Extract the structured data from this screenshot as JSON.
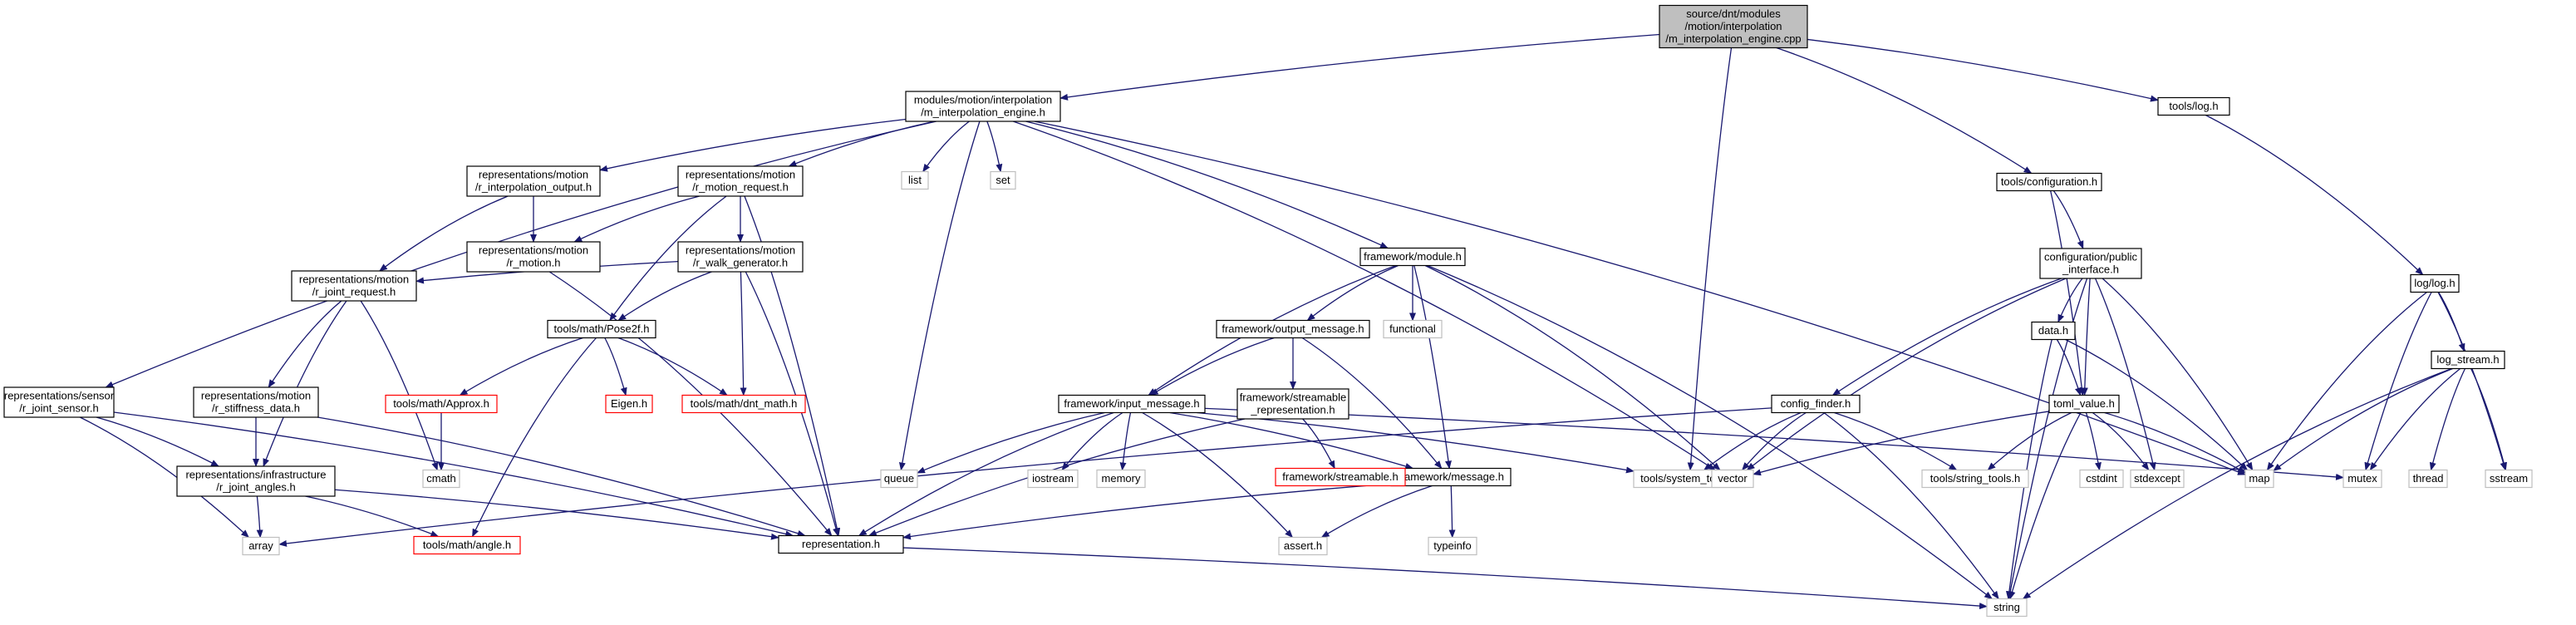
{
  "colors": {
    "edge": "#191970",
    "root_fill": "#bfbfbf",
    "doc_border": "#000000",
    "system_border": "#bfbfbf",
    "missing_border": "#ff0000",
    "node_fill": "#ffffff"
  },
  "nodes": [
    {
      "id": "root",
      "lines": [
        "source/dnt/modules",
        "/motion/interpolation",
        "/m_interpolation_engine.cpp"
      ],
      "kind": "root"
    },
    {
      "id": "engine_h",
      "lines": [
        "modules/motion/interpolation",
        "/m_interpolation_engine.h"
      ],
      "kind": "doc"
    },
    {
      "id": "tools_log",
      "lines": [
        "tools/log.h"
      ],
      "kind": "doc"
    },
    {
      "id": "tools_config",
      "lines": [
        "tools/configuration.h"
      ],
      "kind": "doc"
    },
    {
      "id": "log_log",
      "lines": [
        "log/log.h"
      ],
      "kind": "doc"
    },
    {
      "id": "log_stream",
      "lines": [
        "log_stream.h"
      ],
      "kind": "doc"
    },
    {
      "id": "config_public",
      "lines": [
        "configuration/public",
        "_interface.h"
      ],
      "kind": "doc"
    },
    {
      "id": "data_h",
      "lines": [
        "data.h"
      ],
      "kind": "doc"
    },
    {
      "id": "toml_value",
      "lines": [
        "toml_value.h"
      ],
      "kind": "doc"
    },
    {
      "id": "config_finder",
      "lines": [
        "config_finder.h"
      ],
      "kind": "doc"
    },
    {
      "id": "r_interp_out",
      "lines": [
        "representations/motion",
        "/r_interpolation_output.h"
      ],
      "kind": "doc"
    },
    {
      "id": "r_motion_req",
      "lines": [
        "representations/motion",
        "/r_motion_request.h"
      ],
      "kind": "doc"
    },
    {
      "id": "r_motion",
      "lines": [
        "representations/motion",
        "/r_motion.h"
      ],
      "kind": "doc"
    },
    {
      "id": "r_walk_gen",
      "lines": [
        "representations/motion",
        "/r_walk_generator.h"
      ],
      "kind": "doc"
    },
    {
      "id": "r_joint_req",
      "lines": [
        "representations/motion",
        "/r_joint_request.h"
      ],
      "kind": "doc"
    },
    {
      "id": "r_stiffness",
      "lines": [
        "representations/motion",
        "/r_stiffness_data.h"
      ],
      "kind": "doc"
    },
    {
      "id": "r_joint_sensor",
      "lines": [
        "representations/sensor",
        "/r_joint_sensor.h"
      ],
      "kind": "doc"
    },
    {
      "id": "r_joint_angles",
      "lines": [
        "representations/infrastructure",
        "/r_joint_angles.h"
      ],
      "kind": "doc"
    },
    {
      "id": "pose2f",
      "lines": [
        "tools/math/Pose2f.h"
      ],
      "kind": "doc"
    },
    {
      "id": "fw_module",
      "lines": [
        "framework/module.h"
      ],
      "kind": "doc"
    },
    {
      "id": "fw_output_msg",
      "lines": [
        "framework/output_message.h"
      ],
      "kind": "doc"
    },
    {
      "id": "fw_input_msg",
      "lines": [
        "framework/input_message.h"
      ],
      "kind": "doc"
    },
    {
      "id": "fw_streamable_rep",
      "lines": [
        "framework/streamable",
        "_representation.h"
      ],
      "kind": "doc"
    },
    {
      "id": "fw_message",
      "lines": [
        "framework/message.h"
      ],
      "kind": "doc"
    },
    {
      "id": "representation",
      "lines": [
        "representation.h"
      ],
      "kind": "doc"
    },
    {
      "id": "approx",
      "lines": [
        "tools/math/Approx.h"
      ],
      "kind": "missing"
    },
    {
      "id": "eigen",
      "lines": [
        "Eigen.h"
      ],
      "kind": "missing"
    },
    {
      "id": "dnt_math",
      "lines": [
        "tools/math/dnt_math.h"
      ],
      "kind": "missing"
    },
    {
      "id": "fw_streamable",
      "lines": [
        "framework/streamable.h"
      ],
      "kind": "missing"
    },
    {
      "id": "angle",
      "lines": [
        "tools/math/angle.h"
      ],
      "kind": "missing"
    },
    {
      "id": "list",
      "lines": [
        "list"
      ],
      "kind": "system"
    },
    {
      "id": "set",
      "lines": [
        "set"
      ],
      "kind": "system"
    },
    {
      "id": "functional",
      "lines": [
        "functional"
      ],
      "kind": "system"
    },
    {
      "id": "queue",
      "lines": [
        "queue"
      ],
      "kind": "system"
    },
    {
      "id": "iostream",
      "lines": [
        "iostream"
      ],
      "kind": "system"
    },
    {
      "id": "memory",
      "lines": [
        "memory"
      ],
      "kind": "system"
    },
    {
      "id": "cmath",
      "lines": [
        "cmath"
      ],
      "kind": "system"
    },
    {
      "id": "array",
      "lines": [
        "array"
      ],
      "kind": "system"
    },
    {
      "id": "assert",
      "lines": [
        "assert.h"
      ],
      "kind": "system"
    },
    {
      "id": "typeinfo",
      "lines": [
        "typeinfo"
      ],
      "kind": "system"
    },
    {
      "id": "system_tools",
      "lines": [
        "tools/system_tools.h"
      ],
      "kind": "system"
    },
    {
      "id": "vector",
      "lines": [
        "vector"
      ],
      "kind": "system"
    },
    {
      "id": "string_tools",
      "lines": [
        "tools/string_tools.h"
      ],
      "kind": "system"
    },
    {
      "id": "cstdint",
      "lines": [
        "cstdint"
      ],
      "kind": "system"
    },
    {
      "id": "stdexcept",
      "lines": [
        "stdexcept"
      ],
      "kind": "system"
    },
    {
      "id": "map",
      "lines": [
        "map"
      ],
      "kind": "system"
    },
    {
      "id": "mutex",
      "lines": [
        "mutex"
      ],
      "kind": "system"
    },
    {
      "id": "thread",
      "lines": [
        "thread"
      ],
      "kind": "system"
    },
    {
      "id": "sstream",
      "lines": [
        "sstream"
      ],
      "kind": "system"
    },
    {
      "id": "string",
      "lines": [
        "string"
      ],
      "kind": "system"
    }
  ],
  "edges": [
    [
      "root",
      "engine_h"
    ],
    [
      "root",
      "tools_log"
    ],
    [
      "root",
      "tools_config"
    ],
    [
      "root",
      "system_tools"
    ],
    [
      "tools_log",
      "log_log"
    ],
    [
      "log_log",
      "log_stream"
    ],
    [
      "log_log",
      "map"
    ],
    [
      "log_log",
      "mutex"
    ],
    [
      "log_log",
      "sstream"
    ],
    [
      "log_stream",
      "map"
    ],
    [
      "log_stream",
      "mutex"
    ],
    [
      "log_stream",
      "thread"
    ],
    [
      "log_stream",
      "sstream"
    ],
    [
      "log_stream",
      "string"
    ],
    [
      "tools_config",
      "config_public"
    ],
    [
      "tools_config",
      "toml_value"
    ],
    [
      "config_public",
      "data_h"
    ],
    [
      "config_public",
      "toml_value"
    ],
    [
      "config_public",
      "config_finder"
    ],
    [
      "config_public",
      "vector"
    ],
    [
      "config_public",
      "map"
    ],
    [
      "config_public",
      "stdexcept"
    ],
    [
      "config_public",
      "string"
    ],
    [
      "data_h",
      "toml_value"
    ],
    [
      "data_h",
      "map"
    ],
    [
      "data_h",
      "string"
    ],
    [
      "toml_value",
      "vector"
    ],
    [
      "toml_value",
      "string_tools"
    ],
    [
      "toml_value",
      "cstdint"
    ],
    [
      "toml_value",
      "stdexcept"
    ],
    [
      "toml_value",
      "map"
    ],
    [
      "toml_value",
      "string"
    ],
    [
      "config_finder",
      "system_tools"
    ],
    [
      "config_finder",
      "vector"
    ],
    [
      "config_finder",
      "string_tools"
    ],
    [
      "config_finder",
      "string"
    ],
    [
      "config_finder",
      "array"
    ],
    [
      "engine_h",
      "r_interp_out"
    ],
    [
      "engine_h",
      "r_motion_req"
    ],
    [
      "engine_h",
      "r_joint_sensor"
    ],
    [
      "engine_h",
      "list"
    ],
    [
      "engine_h",
      "set"
    ],
    [
      "engine_h",
      "queue"
    ],
    [
      "engine_h",
      "fw_module"
    ],
    [
      "engine_h",
      "vector"
    ],
    [
      "engine_h",
      "map"
    ],
    [
      "r_interp_out",
      "r_motion"
    ],
    [
      "r_interp_out",
      "r_joint_req"
    ],
    [
      "r_motion_req",
      "r_motion"
    ],
    [
      "r_motion_req",
      "r_walk_gen"
    ],
    [
      "r_motion_req",
      "pose2f"
    ],
    [
      "r_motion_req",
      "representation"
    ],
    [
      "r_motion",
      "representation"
    ],
    [
      "r_walk_gen",
      "r_joint_req"
    ],
    [
      "r_walk_gen",
      "pose2f"
    ],
    [
      "r_walk_gen",
      "dnt_math"
    ],
    [
      "r_walk_gen",
      "representation"
    ],
    [
      "r_joint_req",
      "r_stiffness"
    ],
    [
      "r_joint_req",
      "r_joint_angles"
    ],
    [
      "r_joint_req",
      "cmath"
    ],
    [
      "r_stiffness",
      "r_joint_angles"
    ],
    [
      "r_stiffness",
      "representation"
    ],
    [
      "r_joint_sensor",
      "r_joint_angles"
    ],
    [
      "r_joint_sensor",
      "array"
    ],
    [
      "r_joint_sensor",
      "representation"
    ],
    [
      "r_joint_angles",
      "array"
    ],
    [
      "r_joint_angles",
      "angle"
    ],
    [
      "r_joint_angles",
      "representation"
    ],
    [
      "pose2f",
      "approx"
    ],
    [
      "pose2f",
      "eigen"
    ],
    [
      "pose2f",
      "dnt_math"
    ],
    [
      "pose2f",
      "angle"
    ],
    [
      "approx",
      "cmath"
    ],
    [
      "fw_module",
      "fw_output_msg"
    ],
    [
      "fw_module",
      "fw_input_msg"
    ],
    [
      "fw_module",
      "functional"
    ],
    [
      "fw_module",
      "fw_message"
    ],
    [
      "fw_module",
      "vector"
    ],
    [
      "fw_module",
      "string"
    ],
    [
      "fw_output_msg",
      "fw_input_msg"
    ],
    [
      "fw_output_msg",
      "fw_streamable_rep"
    ],
    [
      "fw_output_msg",
      "fw_message"
    ],
    [
      "fw_streamable_rep",
      "fw_streamable"
    ],
    [
      "fw_streamable_rep",
      "representation"
    ],
    [
      "fw_input_msg",
      "queue"
    ],
    [
      "fw_input_msg",
      "iostream"
    ],
    [
      "fw_input_msg",
      "memory"
    ],
    [
      "fw_input_msg",
      "assert"
    ],
    [
      "fw_input_msg",
      "fw_message"
    ],
    [
      "fw_input_msg",
      "system_tools"
    ],
    [
      "fw_input_msg",
      "mutex"
    ],
    [
      "fw_input_msg",
      "representation"
    ],
    [
      "fw_message",
      "representation"
    ],
    [
      "fw_message",
      "assert"
    ],
    [
      "fw_message",
      "typeinfo"
    ],
    [
      "representation",
      "string"
    ]
  ]
}
